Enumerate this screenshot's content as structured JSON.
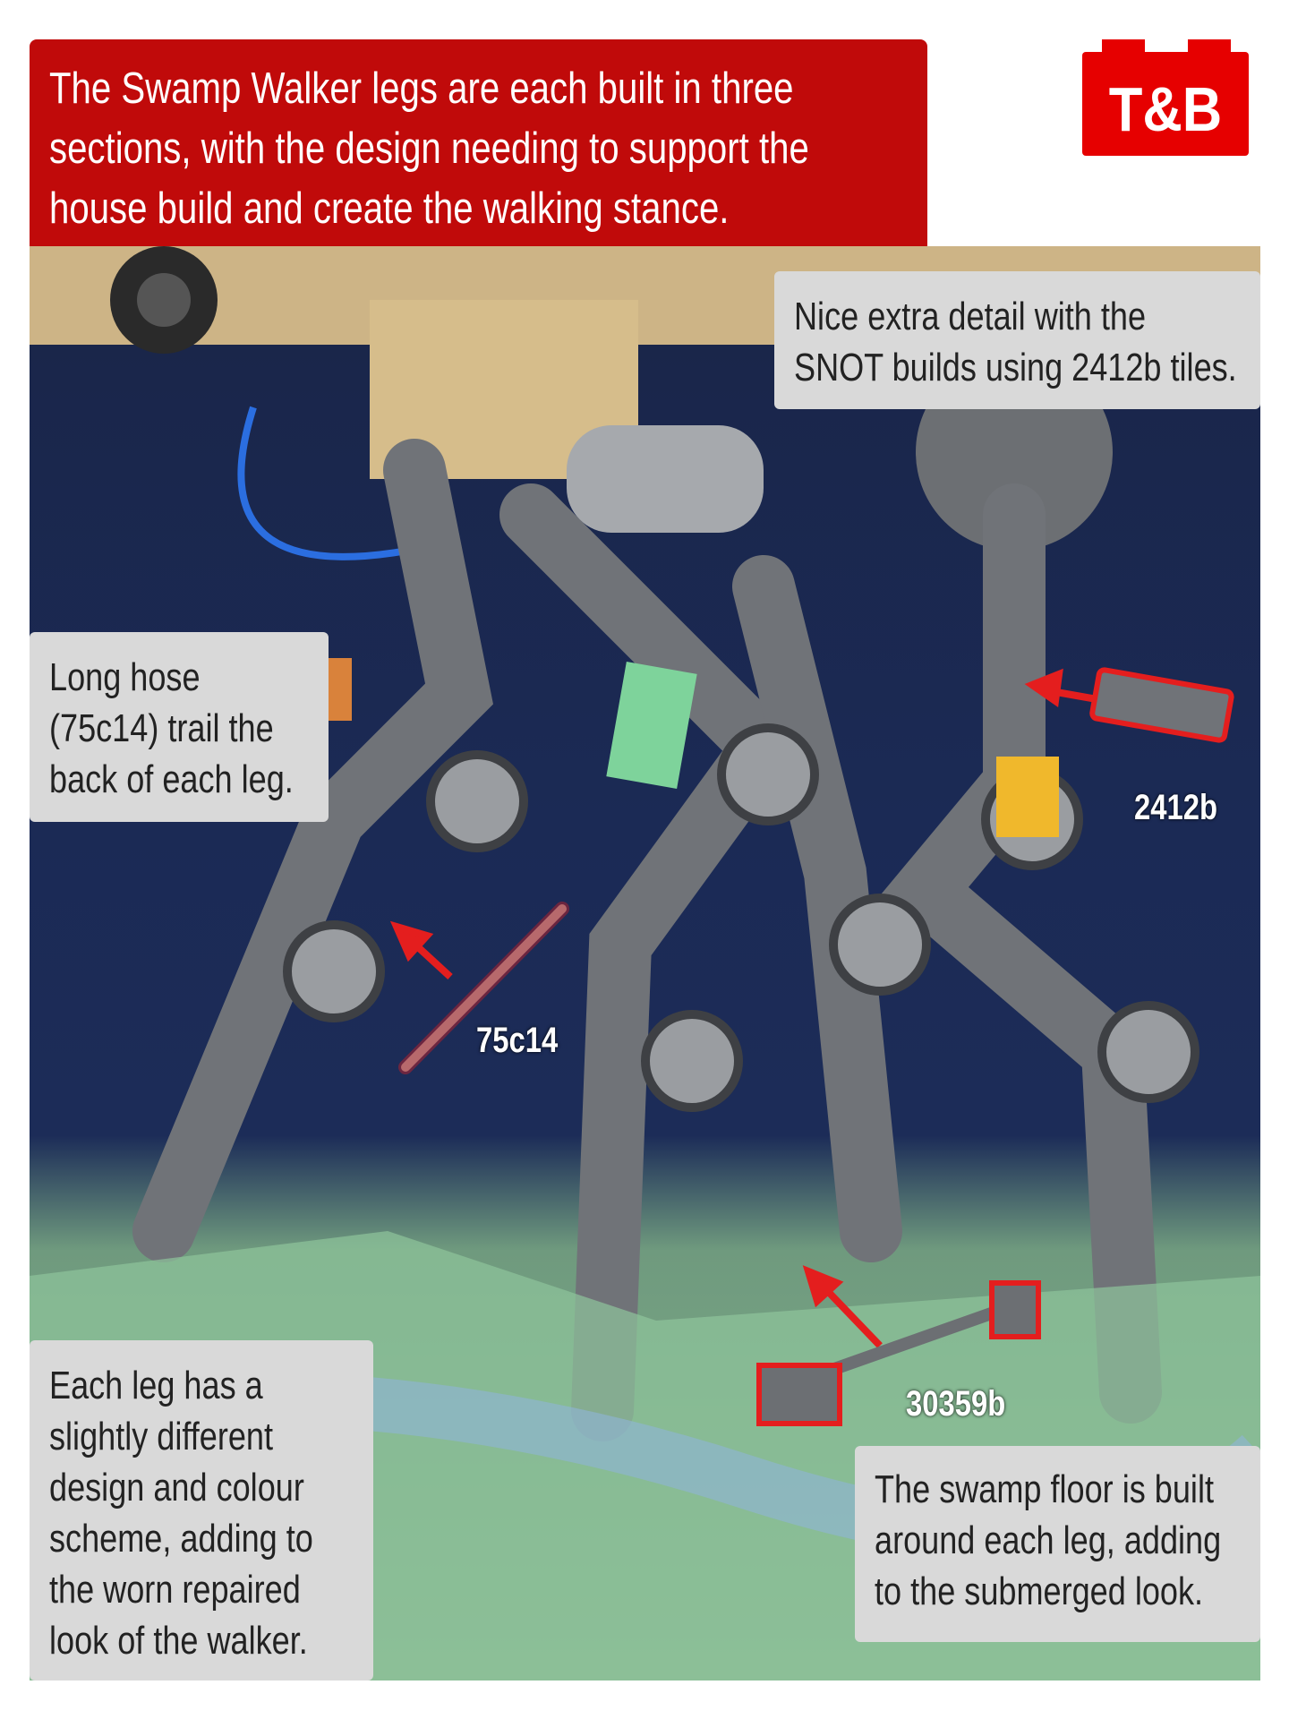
{
  "title": {
    "lines": [
      "The Swamp Walker legs are each built in three",
      "sections, with the design needing to support the",
      "house build and create the walking stance."
    ]
  },
  "logo": {
    "text": "T&B",
    "color": "#e60000"
  },
  "callouts": {
    "snot": [
      "Nice extra detail with the",
      "SNOT builds using 2412b tiles."
    ],
    "hose": [
      "Long hose",
      "(75c14) trail the",
      "back of each leg."
    ],
    "legs": [
      "Each leg has a",
      "slightly different",
      "design and colour",
      "scheme, adding to",
      "the worn repaired",
      "look of the walker."
    ],
    "floor": [
      "The swamp floor is built",
      "around each leg, adding",
      "to the submerged look."
    ]
  },
  "parts": {
    "tile": "2412b",
    "hose": "75c14",
    "bar": "30359b"
  },
  "colors": {
    "accent": "#c00a0a",
    "arrow": "#e41e1e"
  }
}
